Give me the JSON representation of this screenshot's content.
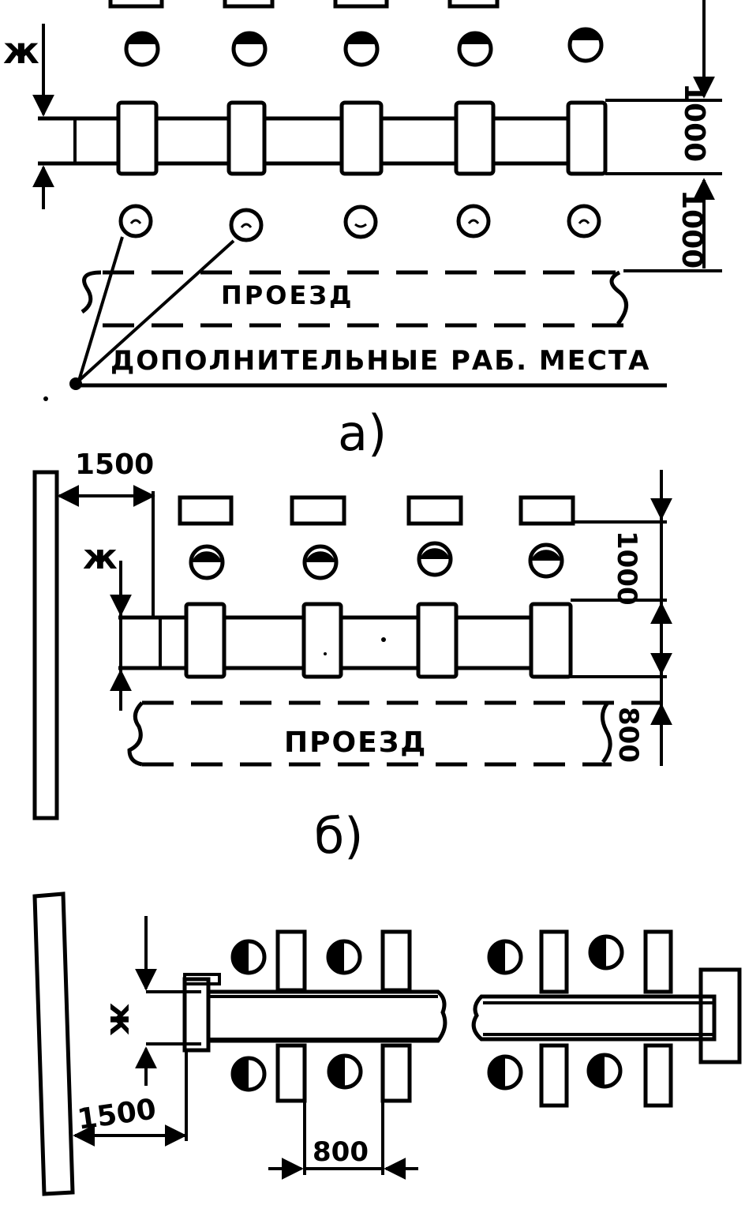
{
  "diagram_a": {
    "axis_letter": "ж",
    "dim_upper": "1000",
    "dim_lower": "1000",
    "aisle_label": "ПРОЕЗД",
    "extra_places_label": "ДОПОЛНИТЕЛЬНЫЕ РАБ. МЕСТА",
    "caption": "а)"
  },
  "diagram_b": {
    "wall_offset": "1500",
    "axis_letter": "ж",
    "dim_right": "1000",
    "dim_aisle": "800",
    "aisle_label": "ПРОЕЗД",
    "caption": "б)"
  },
  "diagram_c": {
    "axis_letter": "ж",
    "wall_offset": "1500",
    "spacing": "800"
  }
}
